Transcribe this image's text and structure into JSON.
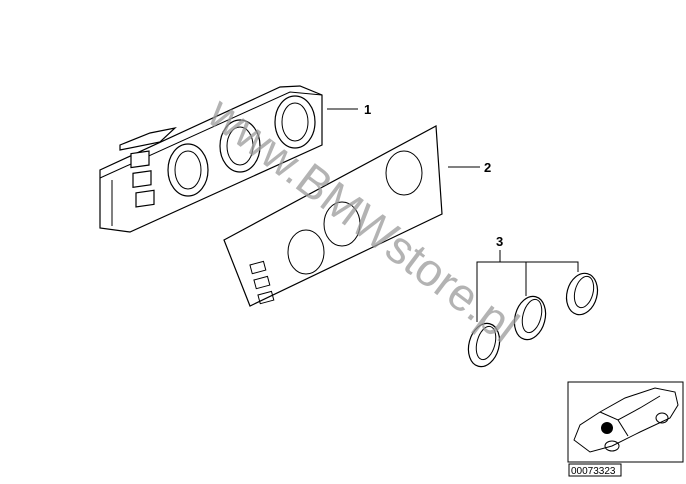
{
  "diagram": {
    "callouts": [
      {
        "number": "1",
        "part": "control-unit"
      },
      {
        "number": "2",
        "part": "trim-panel"
      },
      {
        "number": "3",
        "part": "knobs"
      }
    ],
    "watermark": "www.BMWstore.pl",
    "inset_code": "00073323"
  }
}
